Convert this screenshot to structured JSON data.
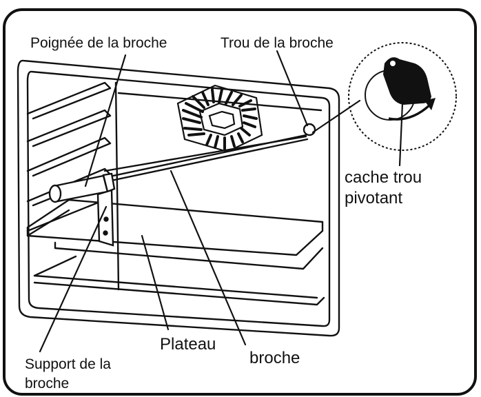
{
  "labels": {
    "handle": "Poignée de la broche",
    "hole": "Trou de la broche",
    "cover_line1": "cache trou",
    "cover_line2": "pivotant",
    "tray": "Plateau",
    "spit": "broche",
    "support_line1": "Support de la",
    "support_line2": "broche"
  },
  "colors": {
    "ink": "#111111",
    "background": "#ffffff"
  }
}
